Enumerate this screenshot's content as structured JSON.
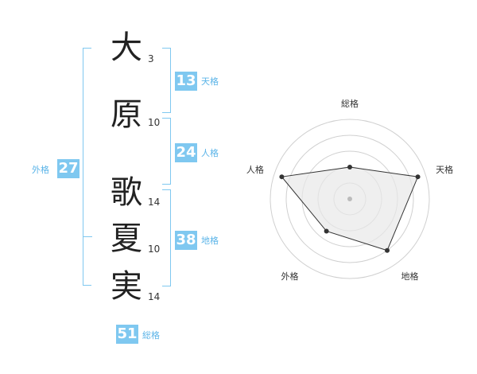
{
  "name": {
    "characters": [
      {
        "char": "大",
        "strokes": "3"
      },
      {
        "char": "原",
        "strokes": "10"
      },
      {
        "char": "歌",
        "strokes": "14"
      },
      {
        "char": "夏",
        "strokes": "10"
      },
      {
        "char": "実",
        "strokes": "14"
      }
    ]
  },
  "grids": {
    "tenkaku": {
      "value": "13",
      "label": "天格"
    },
    "jinkaku": {
      "value": "24",
      "label": "人格"
    },
    "chikaku": {
      "value": "38",
      "label": "地格"
    },
    "gaikaku": {
      "value": "27",
      "label": "外格"
    },
    "soukaku": {
      "value": "51",
      "label": "総格"
    }
  },
  "chart_data": {
    "type": "radar",
    "axes": [
      "総格",
      "天格",
      "地格",
      "外格",
      "人格"
    ],
    "values": [
      2,
      4.5,
      4,
      2.5,
      4.5
    ],
    "max": 5,
    "rings": 5
  },
  "colors": {
    "accent": "#7fc8f0",
    "label": "#5bb4e8",
    "radar_fill": "#e8e8e8",
    "radar_stroke": "#333333"
  }
}
